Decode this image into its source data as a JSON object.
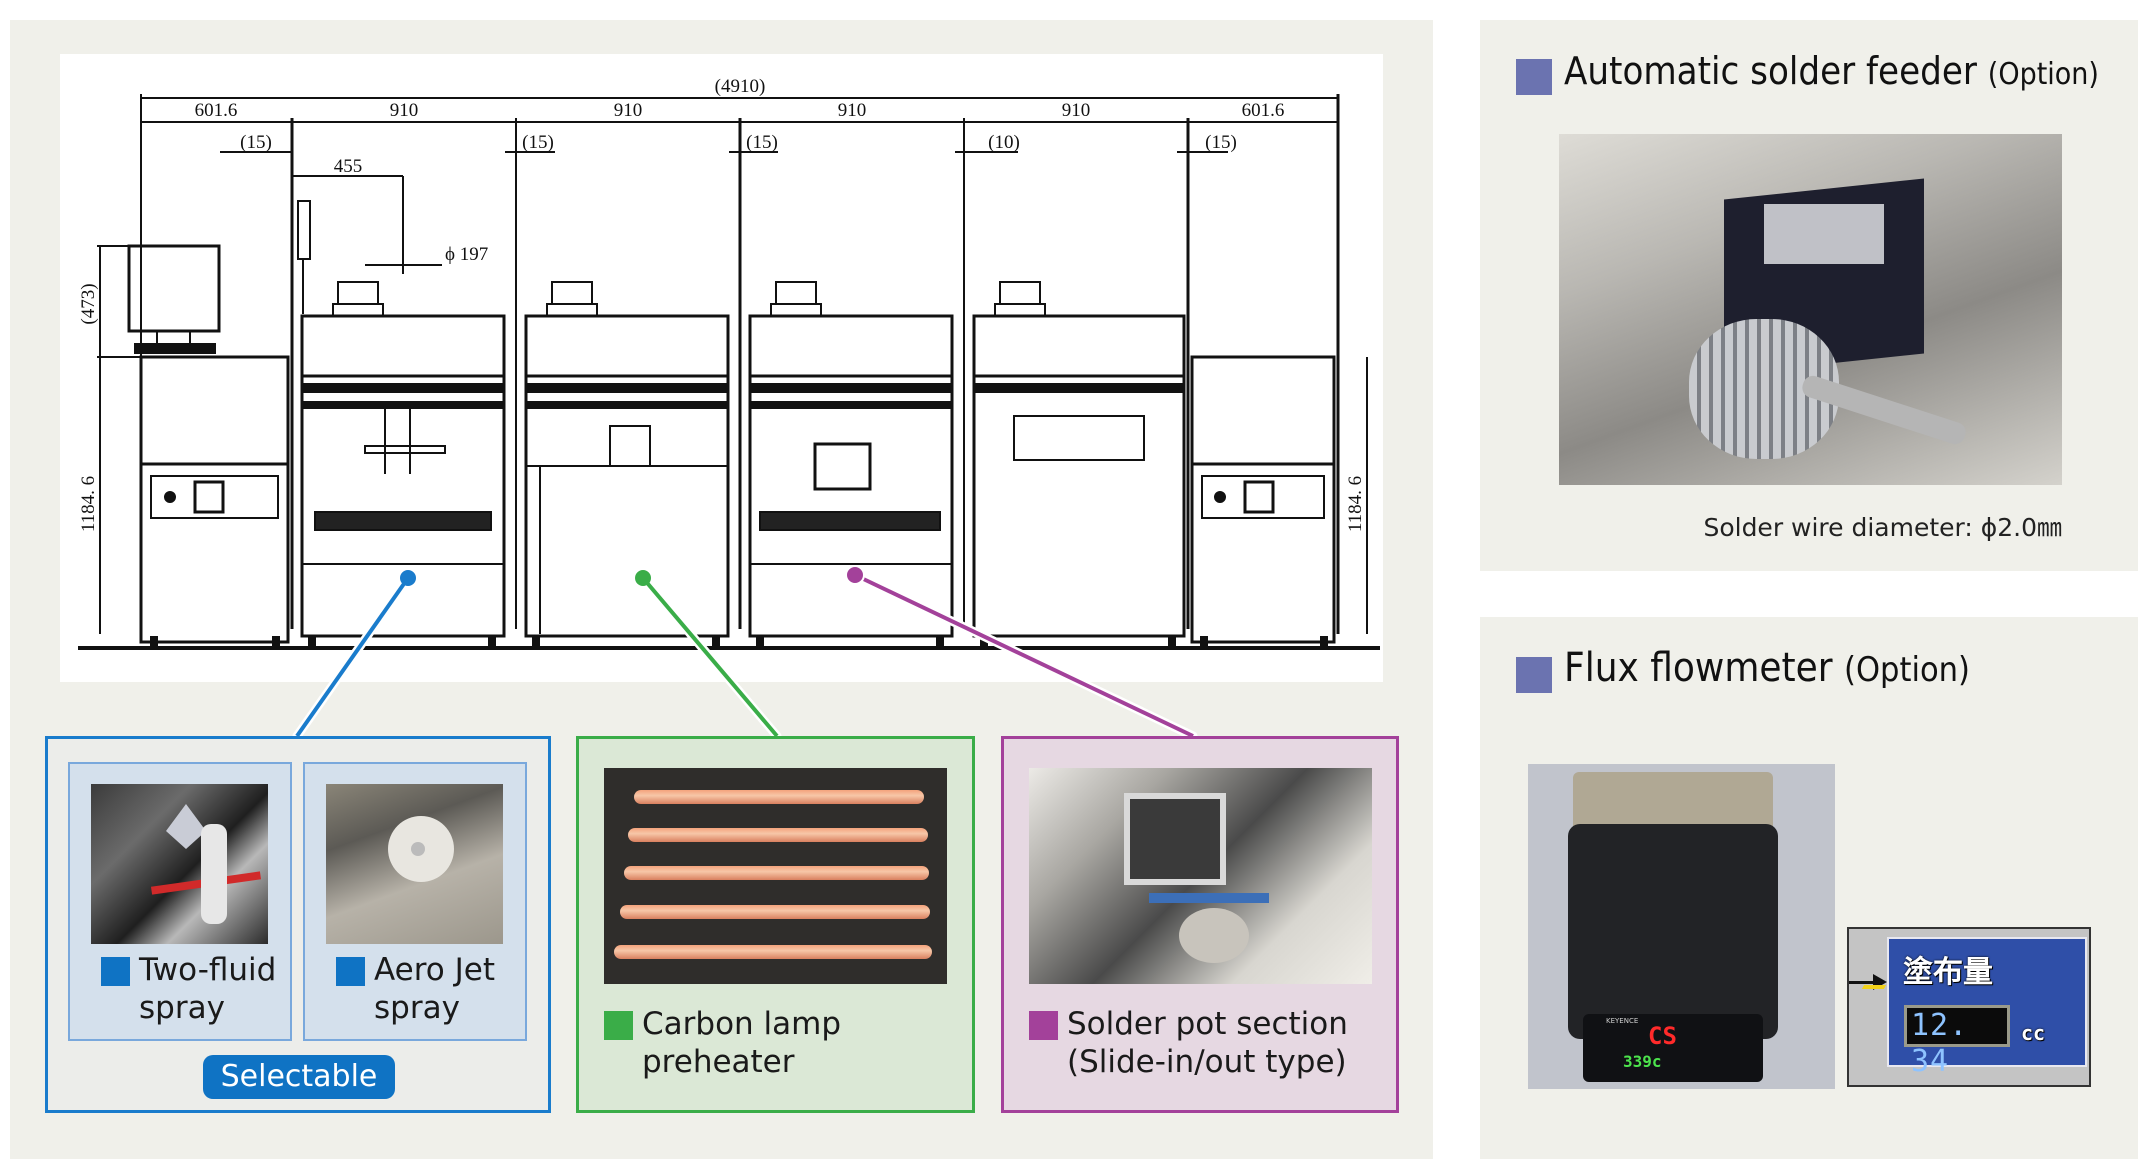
{
  "drawing": {
    "overall_width": "(4910)",
    "section_widths": [
      "601.6",
      "910",
      "910",
      "910",
      "910",
      "601.6"
    ],
    "gaps": [
      "(15)",
      "(15)",
      "(15)",
      "(10)",
      "(15)"
    ],
    "offset_455": "455",
    "diameter_label": "ϕ 197",
    "monitor_height": "(473)",
    "height_left": "1184. 6",
    "height_right": "1184. 6"
  },
  "callouts": {
    "colors": {
      "flux": "#1a7ccc",
      "preheater": "#3aad48",
      "solder_pot": "#a3419a"
    }
  },
  "flux_box": {
    "options": [
      {
        "label_line1": "Two-fluid",
        "label_line2": "spray",
        "square_color": "#0f73c4"
      },
      {
        "label_line1": "Aero Jet",
        "label_line2": "spray",
        "square_color": "#0f73c4"
      }
    ],
    "badge": "Selectable"
  },
  "preheater_box": {
    "label_line1": "Carbon lamp",
    "label_line2": "preheater",
    "square_color": "#3aad48"
  },
  "solder_pot_box": {
    "label_line1": "Solder pot section",
    "label_line2": "(Slide-in/out type)",
    "square_color": "#a3419a"
  },
  "solder_feeder": {
    "title": "Automatic solder feeder",
    "title_suffix": "(Option)",
    "caption": "Solder wire diameter:  ϕ2.0㎜"
  },
  "flowmeter": {
    "title": "Flux flowmeter",
    "title_suffix": "(Option)",
    "device_brand": "KEYENCE",
    "device_red_readout": "CS",
    "device_green_readout": "339c",
    "screen_label": "塗布量",
    "screen_value": "12. 34",
    "screen_unit": "cc"
  }
}
